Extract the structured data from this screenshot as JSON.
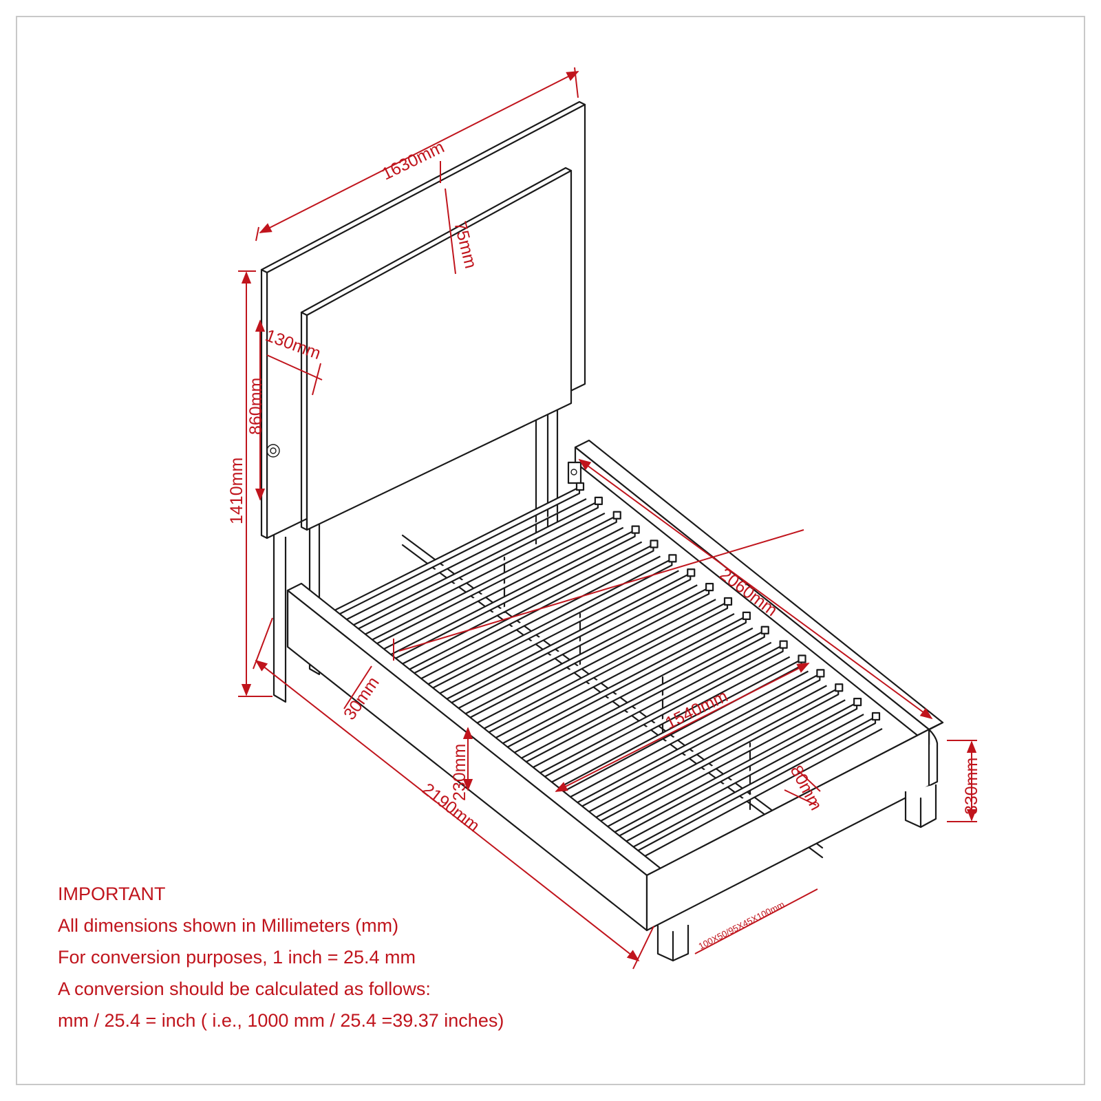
{
  "colors": {
    "dimension": "#c0141c",
    "outline": "#1a1a1a",
    "frame": "#c8c8c8"
  },
  "dimensions": {
    "headboard_width": "1630mm",
    "panel_inset_top": "75mm",
    "panel_inset_side": "130mm",
    "panel_height": "860mm",
    "overall_height": "1410mm",
    "rail_length": "2060mm",
    "inner_width": "1540mm",
    "rail_thickness": "30mm",
    "side_rail_height": "230mm",
    "overall_length": "2190mm",
    "slat_spacing": "80mm",
    "footboard_height": "330mm",
    "leg_size": "100X50/95X45X100mm"
  },
  "notes": {
    "title": "IMPORTANT",
    "lines": [
      "All dimensions shown in Millimeters (mm)",
      "For conversion purposes, 1 inch = 25.4 mm",
      "A conversion should be calculated as follows:",
      "mm / 25.4 = inch ( i.e., 1000 mm / 25.4 =39.37 inches)"
    ]
  }
}
